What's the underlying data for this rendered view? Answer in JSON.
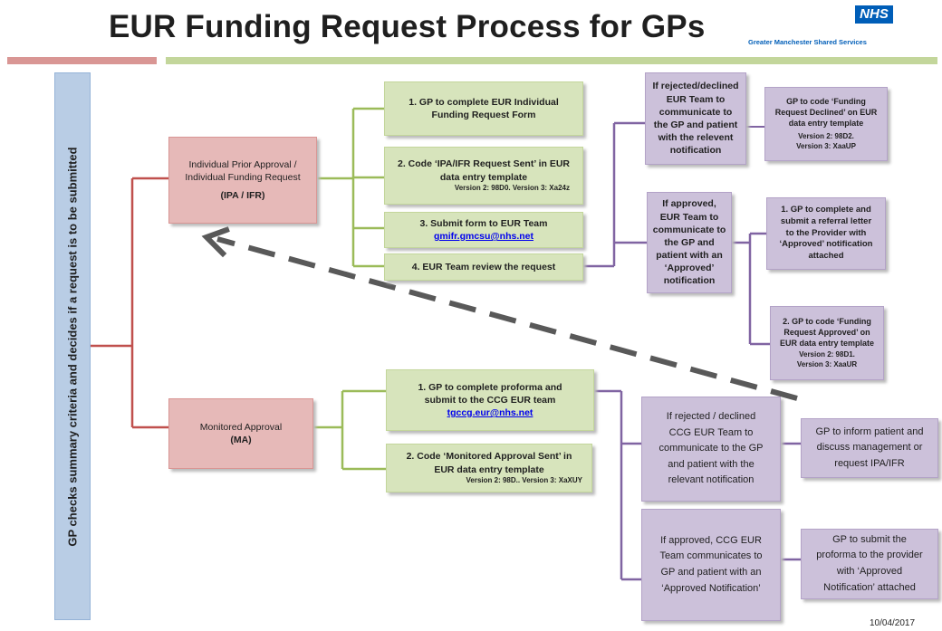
{
  "header": {
    "title": "EUR Funding Request Process for GPs",
    "logo_text": "NHS",
    "org": "Greater Manchester Shared Services"
  },
  "sidebar": {
    "text": "GP checks summary criteria and decides if a request is to be submitted"
  },
  "ipa": {
    "line1": "Individual Prior Approval /",
    "line2": "Individual Funding Request",
    "line3": "(IPA / IFR)"
  },
  "ma": {
    "line1": "Monitored Approval",
    "line2": "(MA)"
  },
  "ipa_steps": {
    "s1": {
      "line1": "1. GP to complete EUR Individual",
      "line2": "Funding Request Form"
    },
    "s2": {
      "line1": "2. Code ‘IPA/IFR Request Sent’ in EUR",
      "line2": "data entry template",
      "codes": "Version 2: 98D0.  Version 3: Xa24z"
    },
    "s3": {
      "line1": "3. Submit form to EUR Team",
      "email": "gmifr.gmcsu@nhs.net"
    },
    "s4": {
      "line1": "4. EUR Team review the request"
    }
  },
  "ipa_outcomes": {
    "rejected": {
      "l1": "If rejected/declined",
      "l2": "EUR Team to",
      "l3": "communicate to",
      "l4": "the GP and patient",
      "l5": "with the relevent",
      "l6": "notification"
    },
    "approved": {
      "l1": "If approved,",
      "l2": "EUR Team to",
      "l3": "communicate to",
      "l4": "the GP and",
      "l5": "patient with an",
      "l6": "‘Approved’",
      "l7": "notification"
    },
    "declined_code": {
      "l1": "GP to code ‘Funding",
      "l2": "Request Declined’ on EUR",
      "l3": "data entry template",
      "v2": "Version 2: 98D2.",
      "v3": "Version 3: XaaUP"
    },
    "approved_step1": {
      "l1": "1. GP to complete and",
      "l2": "submit a referral letter",
      "l3": "to the Provider with",
      "l4": "‘Approved’ notification",
      "l5": "attached"
    },
    "approved_step2": {
      "l1": "2. GP to code ‘Funding",
      "l2": "Request Approved’ on",
      "l3": "EUR data entry template",
      "v2": "Version 2: 98D1.",
      "v3": "Version 3: XaaUR"
    }
  },
  "ma_steps": {
    "s1": {
      "line1": "1. GP to complete proforma and",
      "line2": "submit to the CCG EUR team",
      "email": "tgccg.eur@nhs.net"
    },
    "s2": {
      "line1": "2. Code ‘Monitored Approval Sent’ in",
      "line2": "EUR data entry template",
      "codes": "Version 2: 98D..  Version 3: XaXUY"
    }
  },
  "ma_outcomes": {
    "rejected": {
      "l1": "If rejected / declined",
      "l2": "CCG EUR Team to",
      "l3": "communicate to the GP",
      "l4": "and patient with the",
      "l5": "relevant notification"
    },
    "approved": {
      "l1": "If approved, CCG EUR",
      "l2": "Team communicates to",
      "l3": "GP and patient with an",
      "l4": "‘Approved Notification’"
    },
    "rejected_action": {
      "l1": "GP to inform patient and",
      "l2": "discuss management or",
      "l3": "request IPA/IFR"
    },
    "approved_action": {
      "l1": "GP to submit the",
      "l2": "proforma to the provider",
      "l3": "with ‘Approved",
      "l4": "Notification’ attached"
    }
  },
  "footer": {
    "date": "10/04/2017"
  },
  "colors": {
    "red_line": "#c0504d",
    "green_line": "#9bbb59",
    "purple_line": "#8064a2",
    "arrow": "#595959"
  }
}
